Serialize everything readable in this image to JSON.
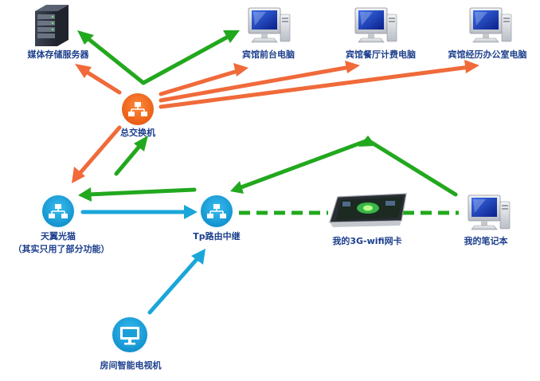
{
  "nodes": {
    "media_server": {
      "label": "媒体存储服务器",
      "icon": "server-icon"
    },
    "front_desk_pc": {
      "label": "宾馆前台电脑",
      "icon": "desktop-computer-icon"
    },
    "billing_pc": {
      "label": "宾馆餐厅计费电脑",
      "icon": "desktop-computer-icon"
    },
    "manager_pc": {
      "label": "宾馆经历办公室电脑",
      "icon": "desktop-computer-icon"
    },
    "main_switch": {
      "label": "总交换机",
      "icon": "network-switch-icon"
    },
    "optical_modem": {
      "label": "天翼光猫",
      "note": "（其实只用了部分功能）",
      "icon": "network-switch-icon"
    },
    "tp_router": {
      "label": "Tp路由中继",
      "icon": "network-switch-icon"
    },
    "wifi_card": {
      "label": "我的3G-wifi网卡",
      "icon": "tablet-device-icon"
    },
    "laptop": {
      "label": "我的笔记本",
      "icon": "desktop-computer-icon"
    },
    "smart_tv": {
      "label": "房间智能电视机",
      "icon": "tv-monitor-icon"
    }
  },
  "colors": {
    "green": "#22a81e",
    "orange": "#f06a3a",
    "blue": "#1ba6d9",
    "label": "#1c3f8c",
    "switch_orange": "#f26a21",
    "switch_blue": "#1a9fd8"
  }
}
